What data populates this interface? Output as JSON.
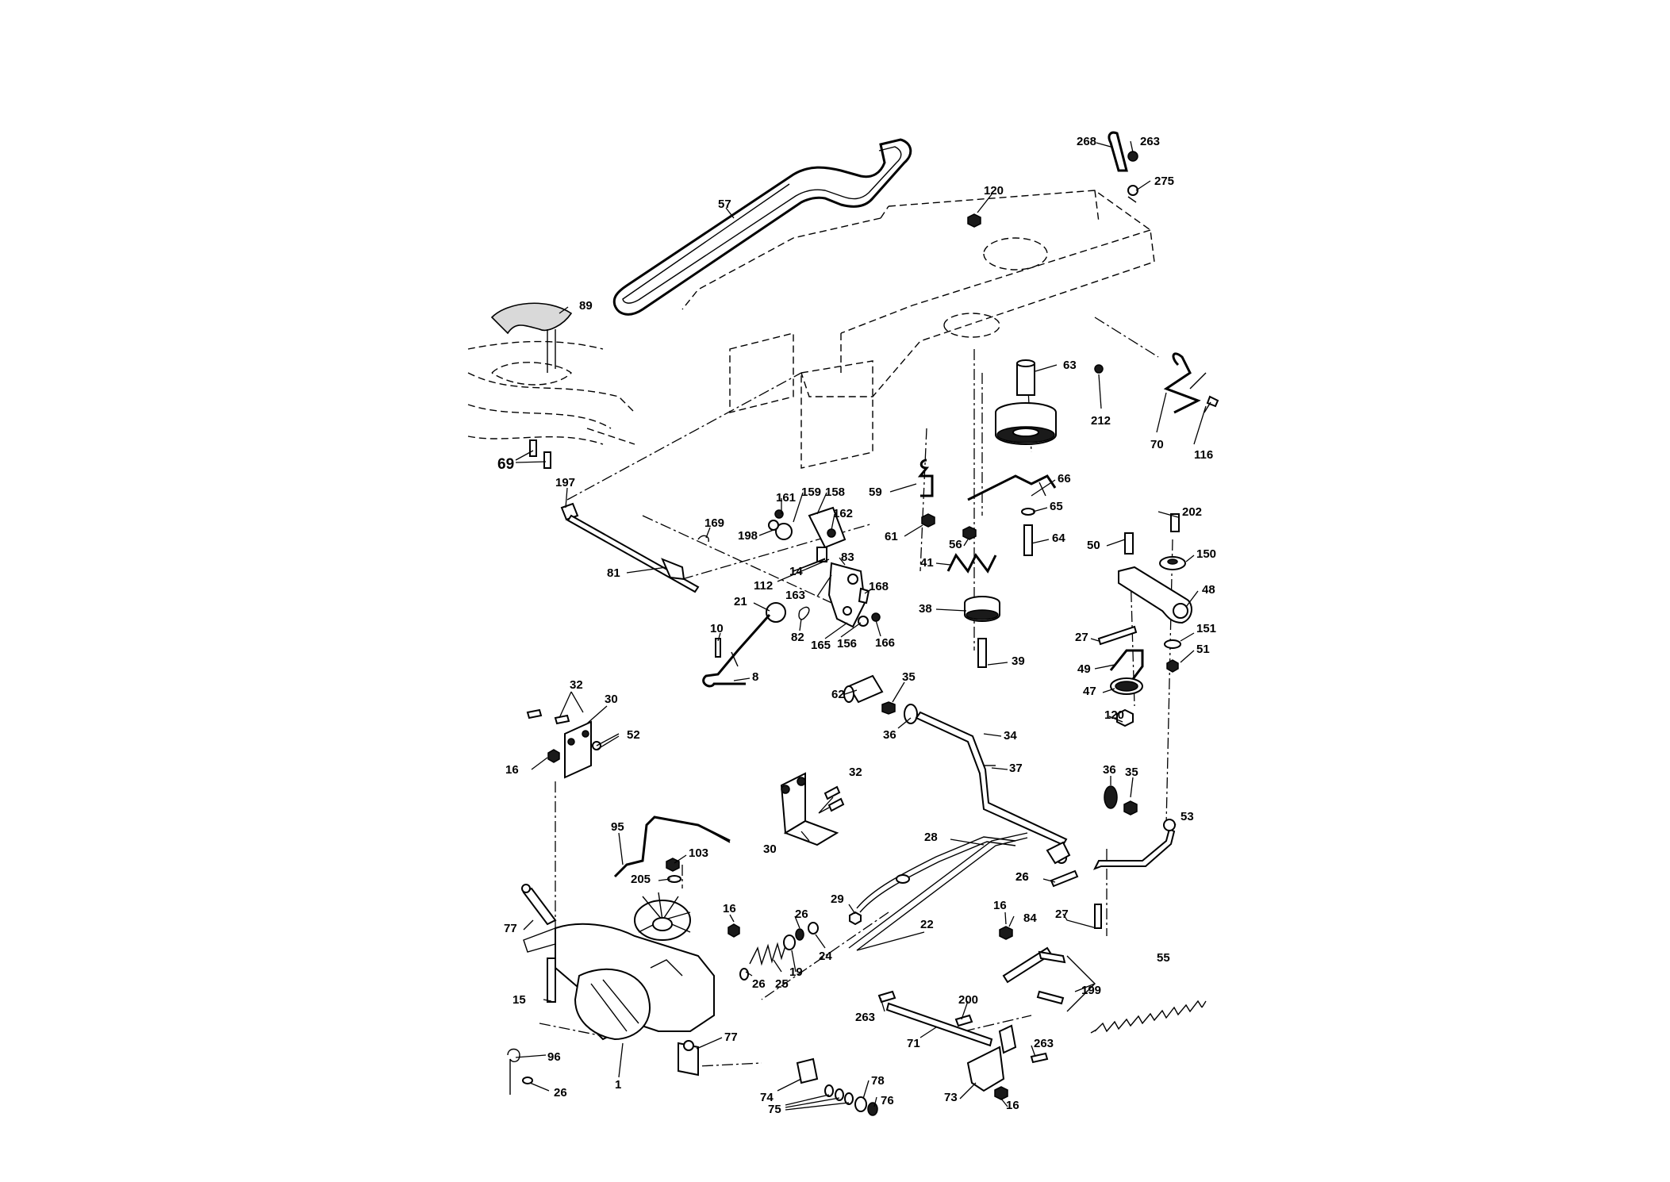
{
  "diagram": {
    "part_labels": [
      "57",
      "268",
      "263",
      "275",
      "120",
      "89",
      "63",
      "212",
      "70",
      "116",
      "69",
      "197",
      "161",
      "159",
      "158",
      "162",
      "198",
      "169",
      "66",
      "59",
      "65",
      "61",
      "56",
      "64",
      "202",
      "50",
      "150",
      "81",
      "14",
      "83",
      "112",
      "163",
      "168",
      "41",
      "48",
      "21",
      "38",
      "27",
      "151",
      "51",
      "10",
      "82",
      "165",
      "156",
      "166",
      "39",
      "49",
      "8",
      "35",
      "47",
      "32",
      "30",
      "52",
      "62",
      "36",
      "120",
      "16",
      "34",
      "37",
      "36",
      "35",
      "53",
      "95",
      "103",
      "30",
      "28",
      "205",
      "26",
      "29",
      "26",
      "16",
      "27",
      "77",
      "22",
      "24",
      "26",
      "84",
      "19",
      "25",
      "16",
      "15",
      "199",
      "55",
      "200",
      "263",
      "263",
      "71",
      "96",
      "77",
      "78",
      "26",
      "1",
      "74",
      "76",
      "75",
      "73",
      "16",
      "32",
      "26"
    ]
  }
}
